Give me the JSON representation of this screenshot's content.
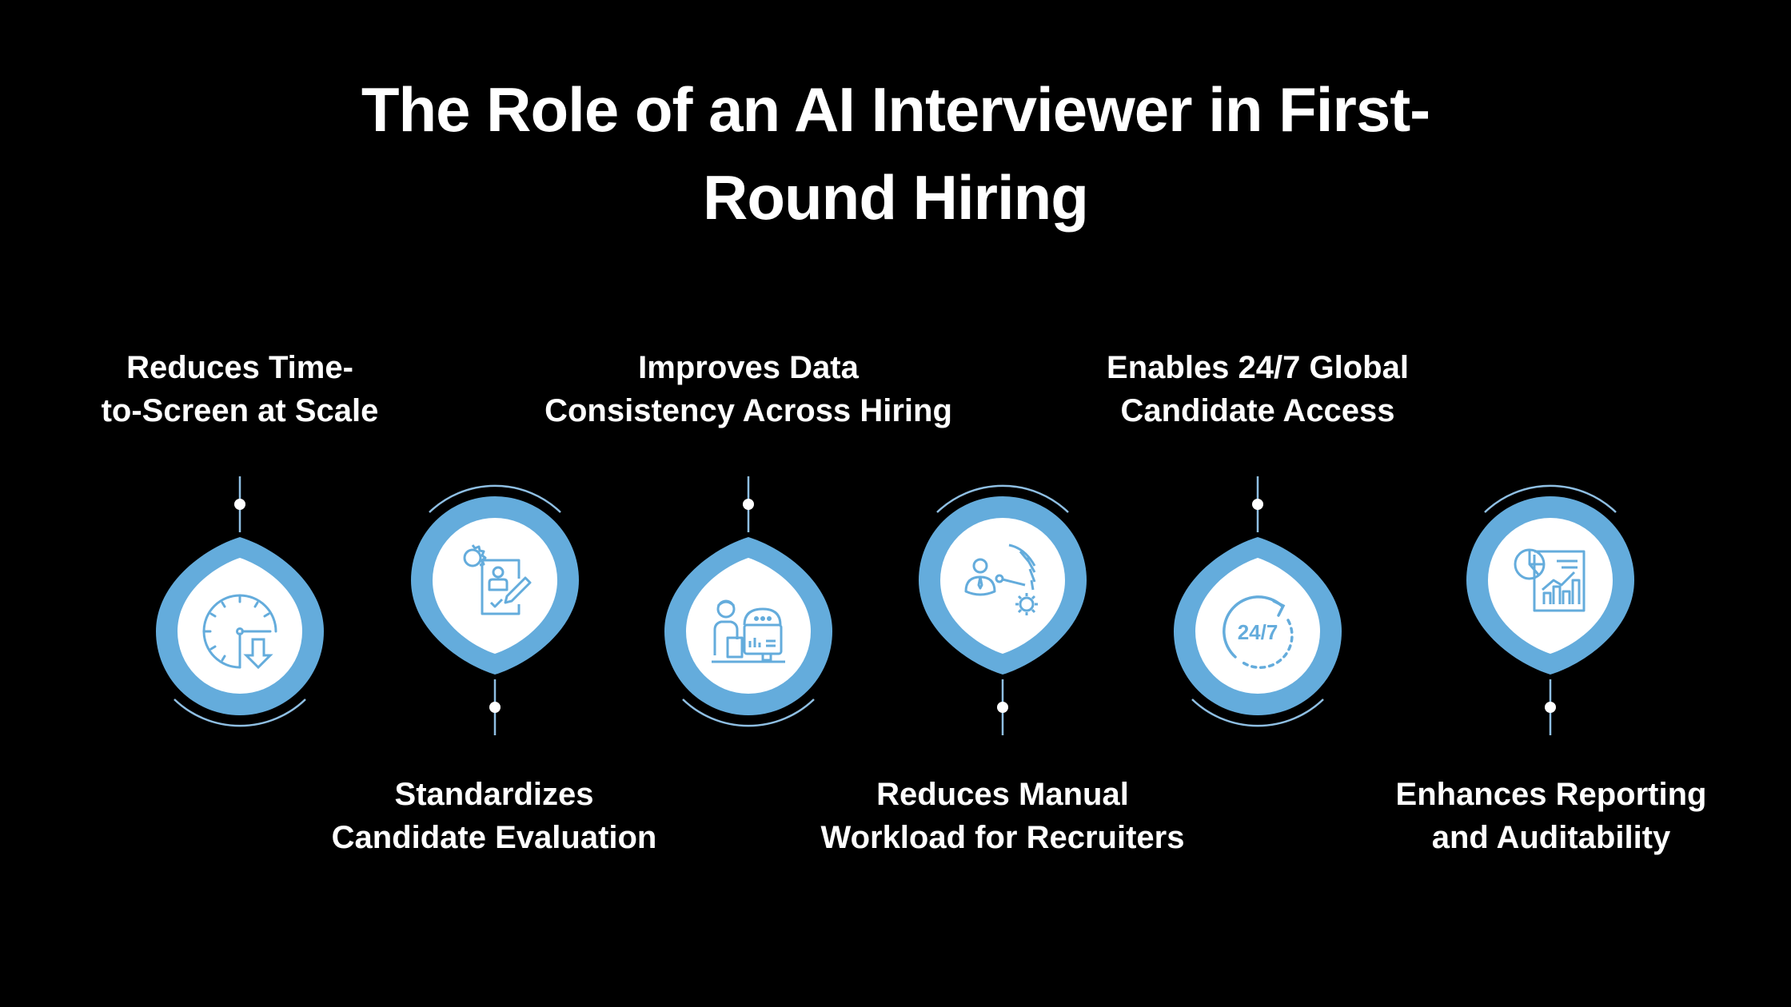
{
  "title": {
    "line1": "The Role of an AI Interviewer in First-",
    "line2": "Round Hiring"
  },
  "colors": {
    "background": "#000000",
    "accent": "#64acdc",
    "inner": "#ffffff",
    "text": "#ffffff"
  },
  "steps": [
    {
      "label_line1": "Reduces Time-",
      "label_line2": "to-Screen at Scale",
      "icon": "clock-down-arrow-icon",
      "position": "top"
    },
    {
      "label_line1": "Standardizes",
      "label_line2": "Candidate Evaluation",
      "icon": "profile-document-gear-icon",
      "position": "bottom"
    },
    {
      "label_line1": "Improves Data",
      "label_line2": "Consistency Across Hiring",
      "icon": "analyst-dashboard-icon",
      "position": "top"
    },
    {
      "label_line1": "Reduces Manual",
      "label_line2": "Workload for Recruiters",
      "icon": "user-gauge-gear-icon",
      "position": "bottom"
    },
    {
      "label_line1": "Enables 24/7 Global",
      "label_line2": "Candidate Access",
      "icon": "24-7-icon",
      "position": "top"
    },
    {
      "label_line1": "Enhances Reporting",
      "label_line2": "and Auditability",
      "icon": "report-chart-icon",
      "position": "bottom"
    }
  ],
  "icon_text": {
    "twenty_four_seven": "24/7"
  }
}
